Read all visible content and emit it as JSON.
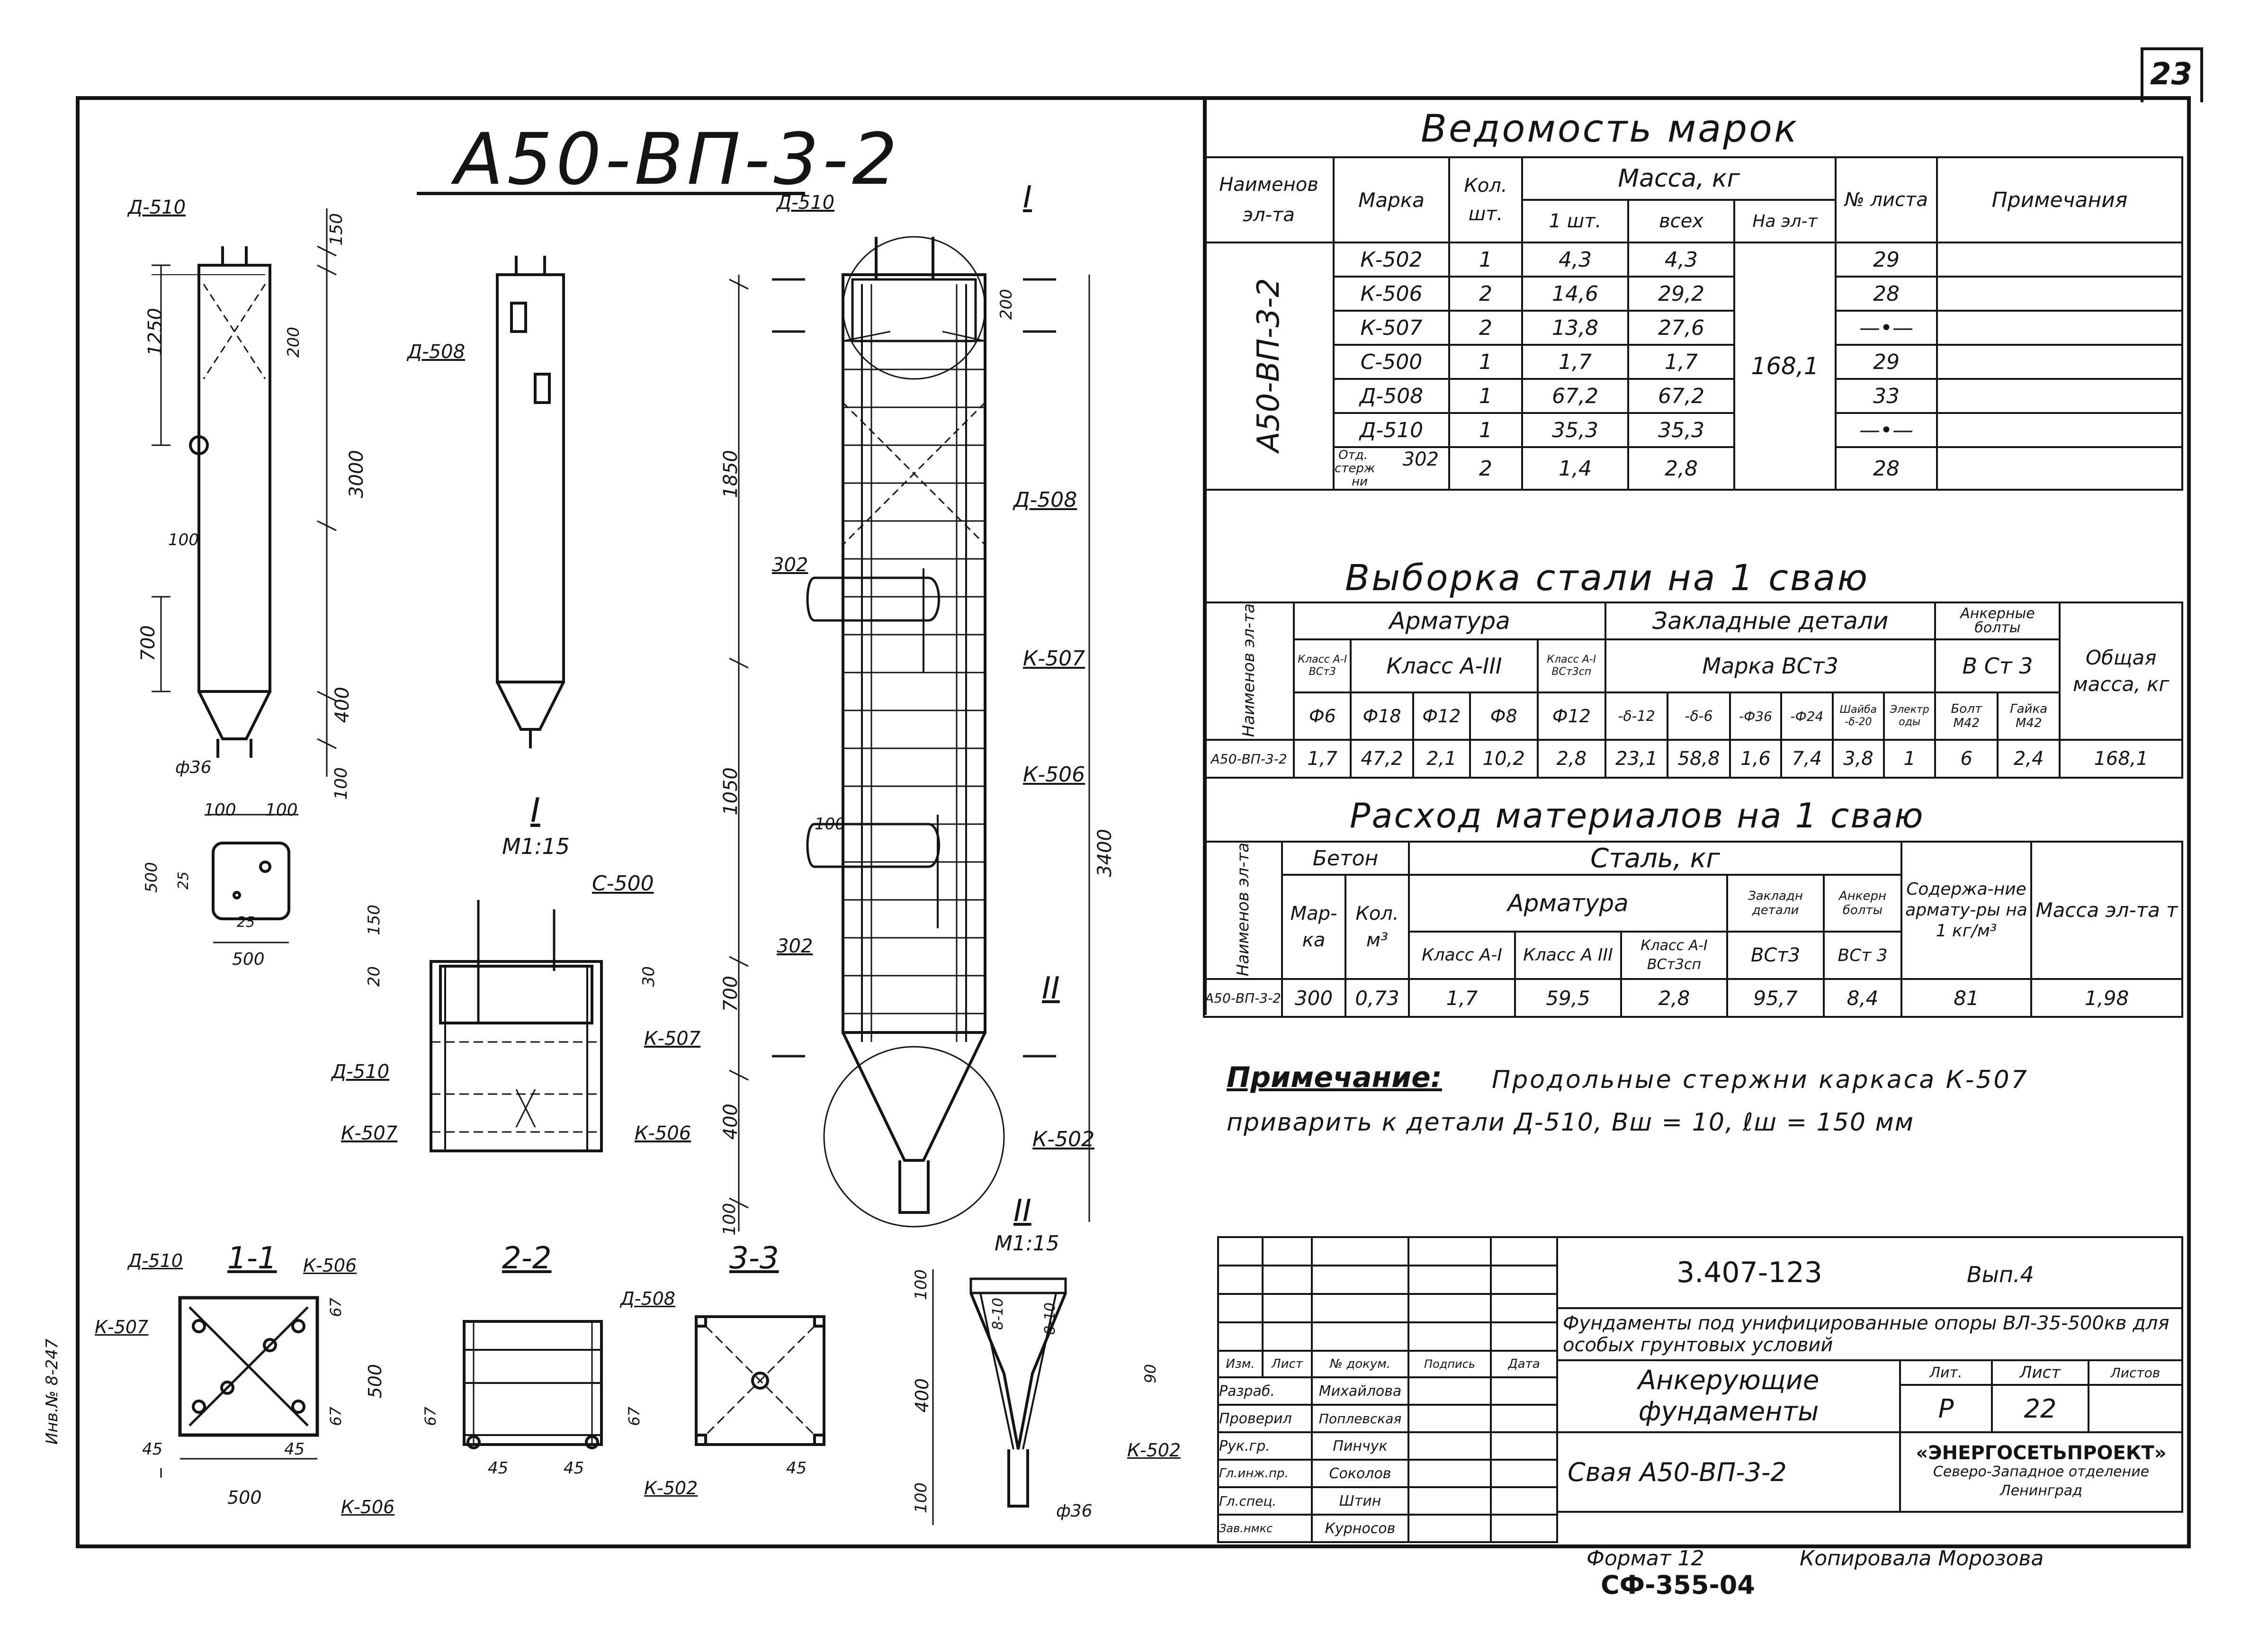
{
  "sheet_number": "23",
  "main_title": "А50-ВП-3-2",
  "views": {
    "section_1": "1-1",
    "section_2": "2-2",
    "section_3": "3-3",
    "detail_1": "I",
    "detail_2": "II",
    "scale": "М1:15"
  },
  "labels": {
    "d510": "Д-510",
    "d508": "Д-508",
    "k502": "К-502",
    "k506": "К-506",
    "k507": "К-507",
    "c500": "С-500",
    "p302": "302",
    "phi36": "ф36",
    "i": "I",
    "ii": "II"
  },
  "dims": {
    "d150": "150",
    "d200": "200",
    "d1250": "1250",
    "d3000": "3000",
    "d100": "100",
    "d700": "700",
    "d400": "400",
    "d1850": "1850",
    "d1050": "1050",
    "d3400": "3400",
    "d500": "500",
    "d25": "25",
    "d30": "30",
    "d20": "20",
    "d67": "67",
    "d45": "45",
    "d90": "90",
    "d8_10": "8-10"
  },
  "marks_table": {
    "title": "Ведомость марок",
    "headers": {
      "name": "Наименов эл-та",
      "mark": "Марка",
      "qty": "Кол. шт.",
      "mass": "Масса, кг",
      "one": "1 шт.",
      "all": "всех",
      "per_el": "На эл-т",
      "sheet": "№ листа",
      "note": "Примечания"
    },
    "element": "А50-ВП-3-2",
    "rows": [
      {
        "mark": "К-502",
        "qty": "1",
        "one": "4,3",
        "all": "4,3",
        "sheet": "29"
      },
      {
        "mark": "К-506",
        "qty": "2",
        "one": "14,6",
        "all": "29,2",
        "sheet": "28"
      },
      {
        "mark": "К-507",
        "qty": "2",
        "one": "13,8",
        "all": "27,6",
        "sheet": "—•—"
      },
      {
        "mark": "С-500",
        "qty": "1",
        "one": "1,7",
        "all": "1,7",
        "sheet": "29"
      },
      {
        "mark": "Д-508",
        "qty": "1",
        "one": "67,2",
        "all": "67,2",
        "sheet": "33"
      },
      {
        "mark": "Д-510",
        "qty": "1",
        "one": "35,3",
        "all": "35,3",
        "sheet": "—•—"
      },
      {
        "mark": "302",
        "qty": "2",
        "one": "1,4",
        "all": "2,8",
        "sheet": "28"
      }
    ],
    "row_group_label": "Отд. стерж ни",
    "total_per_element": "168,1"
  },
  "steel_table": {
    "title": "Выборка стали на 1 сваю",
    "headers": {
      "name": "Наименов эл-та",
      "rebar": "Арматура",
      "embedded": "Закладные детали",
      "anchor": "Анкерные болты",
      "total": "Общая масса, кг",
      "cls_ai": "Класс А-I ВСт3",
      "cls_aiii": "Класс А-III",
      "cls_ai2": "Класс А-I ВСт3сп",
      "mark_vst3": "Марка ВСт3",
      "v_st3": "В Ст 3",
      "phi6": "Ф6",
      "phi18": "Ф18",
      "phi12": "Ф12",
      "phi8": "Ф8",
      "phi12b": "Ф12",
      "d12": "-δ-12",
      "d6": "-δ-6",
      "p36": "-Ф36",
      "p24": "-Ф24",
      "sh": "Шайба -δ-20",
      "el": "Электр оды",
      "bolt": "Болт М42",
      "nut": "Гайка М42"
    },
    "row": {
      "name": "А50-ВП-3-2",
      "v": [
        "1,7",
        "47,2",
        "2,1",
        "10,2",
        "2,8",
        "23,1",
        "58,8",
        "1,6",
        "7,4",
        "3,8",
        "1",
        "6",
        "2,4",
        "168,1"
      ]
    }
  },
  "materials_table": {
    "title": "Расход материалов на 1 сваю",
    "headers": {
      "name": "Наименов эл-та",
      "concrete": "Бетон",
      "mark": "Мар-ка",
      "qty": "Кол. м³",
      "steel": "Сталь, кг",
      "rebar": "Арматура",
      "cls_ai": "Класс А-I",
      "cls_aiii": "Класс А III",
      "cls_ai3": "Класс А-I ВСт3сп",
      "embedded": "Закладн детали",
      "anchor": "Анкерн болты",
      "vst3": "ВСт3",
      "vst3b": "ВСт 3",
      "content": "Содержа-ние армату-ры на 1 кг/м³",
      "mass": "Масса эл-та т"
    },
    "row": {
      "name": "А50-ВП-3-2",
      "v": [
        "300",
        "0,73",
        "1,7",
        "59,5",
        "2,8",
        "95,7",
        "8,4",
        "81",
        "1,98"
      ]
    }
  },
  "note": {
    "label": "Примечание:",
    "line1": "Продольные стержни каркаса К-507",
    "line2": "приварить к детали Д-510, Вш = 10, ℓш = 150 мм"
  },
  "title_block": {
    "code": "3.407-123",
    "issue": "Вып.4",
    "project": "Фундаменты под унифицированные опоры ВЛ-35-500кв для особых грунтовых условий",
    "subject": "Анкерующие фундаменты",
    "name": "Свая А50-ВП-3-2",
    "lit_label": "Лит.",
    "sheet_label": "Лист",
    "sheets_label": "Листов",
    "lit": "Р",
    "sheet": "22",
    "org": "«ЭНЕРГОСЕТЬПРОЕКТ»",
    "org_sub": "Северо-Западное отделение Ленинград",
    "head": [
      "Изм.",
      "Лист",
      "№ докум.",
      "Подпись",
      "Дата"
    ],
    "people": [
      {
        "role": "Разраб.",
        "name": "Михайлова"
      },
      {
        "role": "Проверил",
        "name": "Поплевская"
      },
      {
        "role": "Рук.гр.",
        "name": "Пинчук"
      },
      {
        "role": "Гл.инж.пр.",
        "name": "Соколов"
      },
      {
        "role": "Гл.спец.",
        "name": "Штин"
      },
      {
        "role": "Зав.нмкс",
        "name": "Курносов"
      }
    ]
  },
  "footer": {
    "format": "Формат 12",
    "copied": "Копировала Морозова",
    "code": "СФ-355-04"
  },
  "side_stamp": "Инв.№ 8-247"
}
